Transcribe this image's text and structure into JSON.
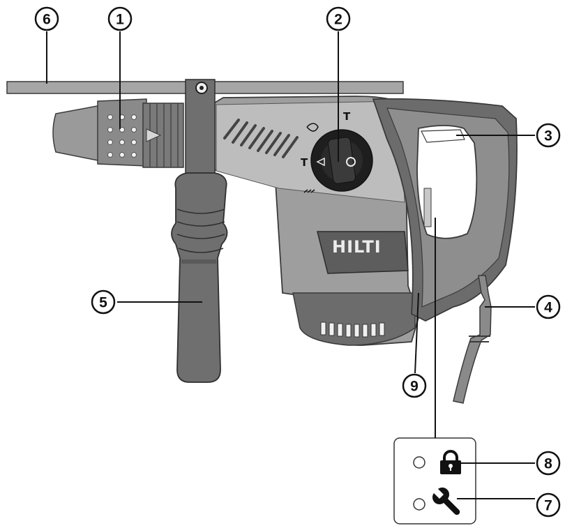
{
  "brand_label": "HILTI",
  "mode_marks": {
    "hammer": "T",
    "chisel": "T"
  },
  "callouts": [
    {
      "id": "1",
      "label": "1",
      "part": "chuck"
    },
    {
      "id": "2",
      "label": "2",
      "part": "function-selector-switch"
    },
    {
      "id": "3",
      "label": "3",
      "part": "control-switch"
    },
    {
      "id": "4",
      "label": "4",
      "part": "supply-cord"
    },
    {
      "id": "5",
      "label": "5",
      "part": "side-handle"
    },
    {
      "id": "6",
      "label": "6",
      "part": "depth-gauge"
    },
    {
      "id": "7",
      "label": "7",
      "part": "service-indicator"
    },
    {
      "id": "8",
      "label": "8",
      "part": "theft-protection-indicator"
    },
    {
      "id": "9",
      "label": "9",
      "part": "grip"
    }
  ],
  "indicator_panel": {
    "icons": [
      "lock-icon",
      "wrench-icon"
    ]
  },
  "colors": {
    "body_dark": "#6c6c6c",
    "body_mid": "#8e8e8e",
    "body_light": "#b9b9b9",
    "outline": "#3a3a3a"
  }
}
